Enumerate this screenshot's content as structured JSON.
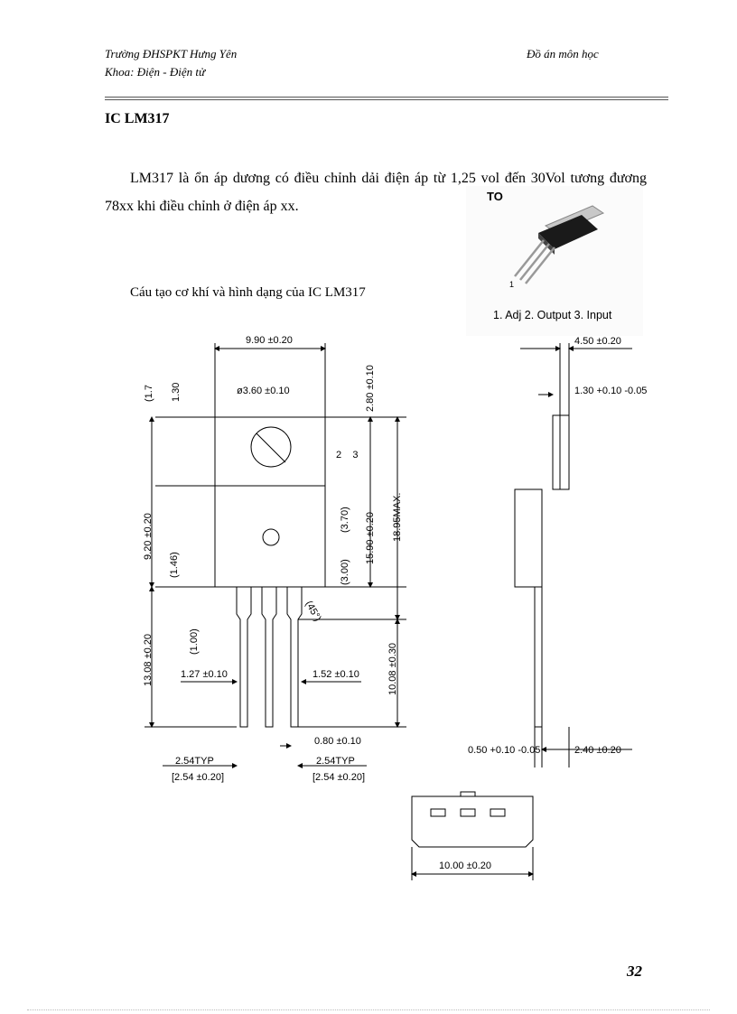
{
  "header": {
    "school": "Trường ĐHSPKT Hưng Yên",
    "faculty": "Khoa: Điện - Điện tử",
    "doc_type": "Đồ án môn học"
  },
  "section_title": "IC LM317",
  "paragraph": "LM317 là ổn áp dương có điều chỉnh dải điện áp từ 1,25 vol đến 30Vol tương đương 78xx khi điều chỉnh ở điện áp xx.",
  "caption": "Cáu tạo cơ khí và hình dạng của IC LM317",
  "package_photo": {
    "label": "TO",
    "pin1": "1",
    "pin_caption": "1. Adj 2. Output 3. Input"
  },
  "pin_numbers": "2    3",
  "dimensions": {
    "width_top": "9.90 ±0.20",
    "side_top": "4.50 ±0.20",
    "hole": "ø3.60 ±0.10",
    "tab_thick": "1.30 +0.10 -0.05",
    "d_1_7": "(1.7",
    "d_1_30": "1.30",
    "d_2_80": "2.80 ±0.10",
    "d_3_70": "(3.70)",
    "d_15_90": "15.90 ±0.20",
    "d_18_95": "18.95MAX.",
    "d_9_20": "9.20 ±0.20",
    "d_1_46": "(1.46)",
    "d_3_00": "(3.00)",
    "d_45": "(45°)",
    "d_1_00": "(1.00)",
    "d_13_08": "13.08 ±0.20",
    "d_1_27": "1.27 ±0.10",
    "d_1_52": "1.52 ±0.10",
    "d_10_08": "10.08 ±0.30",
    "d_0_80": "0.80 ±0.10",
    "d_0_50": "0.50 +0.10 -0.05",
    "d_2_40": "2.40 ±0.20",
    "pitch_a": "2.54TYP",
    "pitch_a2": "[2.54 ±0.20]",
    "pitch_b": "2.54TYP",
    "pitch_b2": "[2.54 ±0.20]",
    "bottom_width": "10.00 ±0.20"
  },
  "page_number": "32"
}
